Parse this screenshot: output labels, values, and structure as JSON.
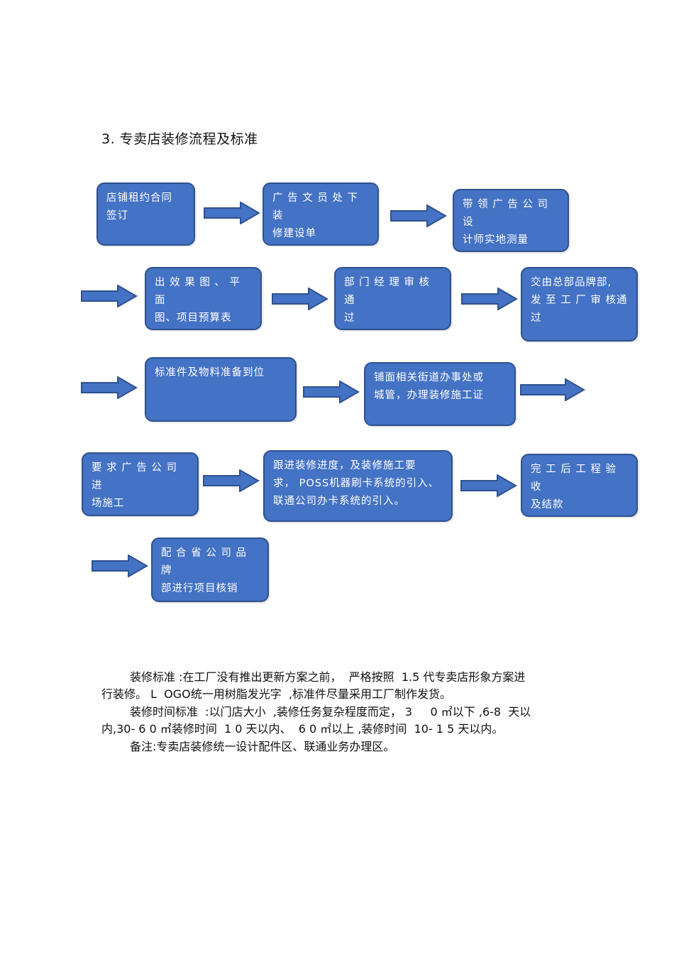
{
  "section_title": "3.  专卖店装修流程及标准",
  "flow": {
    "s1": "店铺租约合同\n签订",
    "s2": "广 告 文 员 处 下 装\n修建设单",
    "s3": "带 领 广 告 公 司 设\n计师实地测量",
    "s4": "出 效 果 图 、 平 面\n图、项目预算表",
    "s5": "部 门 经 理 审 核 通\n过",
    "s6": "交由总部品牌部,\n发 至 工 厂 审 核通\n过",
    "s7": "标准件及物料准备到位",
    "s8": "铺面相关街道办事处或\n城管，办理装修施工证",
    "s9": "要 求 广 告 公 司 进\n场施工",
    "s10": "跟进装修进度，及装修施工要\n求， POSS机器刷卡系统的引入、\n联通公司办卡系统的引入。",
    "s11": "完 工 后 工 程 验 收\n及结款",
    "s12": "配 合 省 公 司 品 牌\n部进行项目核销"
  },
  "notes": {
    "line1": "装修标准 :在工厂没有推出更新方案之前，  严格按照  1.5 代专卖店形象方案进",
    "line2": "行装修。 L  OGO统一用树脂发光字  ,标准件尽量采用工厂制作发货。",
    "line3": "装修时间标准  :以门店大小  ,装修任务复杂程度而定， 3     0 ㎡以下 ,6-8  天以",
    "line4": "内,30- 6 0 ㎡装修时间  1 0 天以内、  6 0 ㎡以上 ,装修时间  10- 1 5 天以内。",
    "line5": "备注:专卖店装修统一设计配件区、联通业务办理区。"
  },
  "colors": {
    "box_fill": "#4472C4",
    "box_border": "#2F528F"
  }
}
